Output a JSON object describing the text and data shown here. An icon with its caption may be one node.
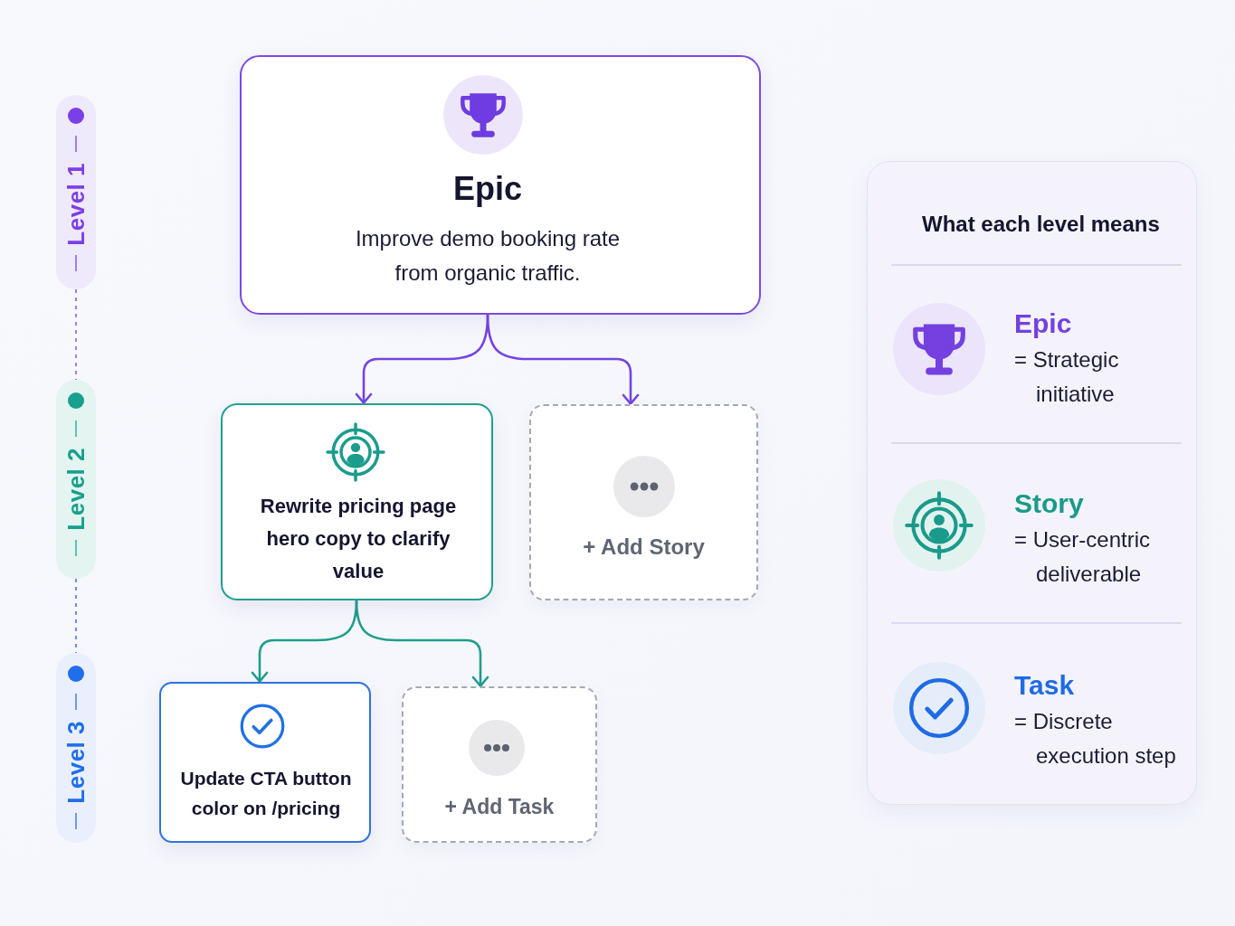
{
  "diagram": {
    "nodes": [
      {
        "text": [
          "Epic",
          "Improve demo booking rate from organic traffic."
        ]
      },
      {
        "text": [
          "Rewrite pricing page hero copy to clarify value"
        ]
      },
      {
        "text": [
          "+ Add Story"
        ]
      },
      {
        "text": [
          "Update CTA button color on /pricing"
        ]
      },
      {
        "text": [
          "+ Add Task"
        ]
      },
      {
        "text": [
          "Level 1"
        ]
      },
      {
        "text": [
          "Level 2"
        ]
      },
      {
        "text": [
          "Level 3"
        ]
      }
    ],
    "edges": [
      {
        "from": 0,
        "to": 1,
        "arrow": "to",
        "color": "#7444e2"
      },
      {
        "from": 0,
        "to": 2,
        "arrow": "to",
        "color": "#7444e2"
      },
      {
        "from": 1,
        "to": 3,
        "arrow": "to",
        "color": "#1f9d8e"
      },
      {
        "from": 1,
        "to": 4,
        "arrow": "to",
        "color": "#1f9d8e"
      },
      {
        "from": 5,
        "to": 6,
        "arrow": "none",
        "style": "dashed",
        "color": "#9a80e8"
      },
      {
        "from": 6,
        "to": 7,
        "arrow": "none",
        "style": "dashed",
        "color": "#6f8de8"
      }
    ],
    "labels": [
      "What each level means"
    ],
    "legend": [
      {
        "text": "**Epic** = Strategic initiative"
      },
      {
        "text": "**Story** = User-centric deliverable"
      },
      {
        "text": "**Task** = Discrete execution step"
      }
    ]
  }
}
